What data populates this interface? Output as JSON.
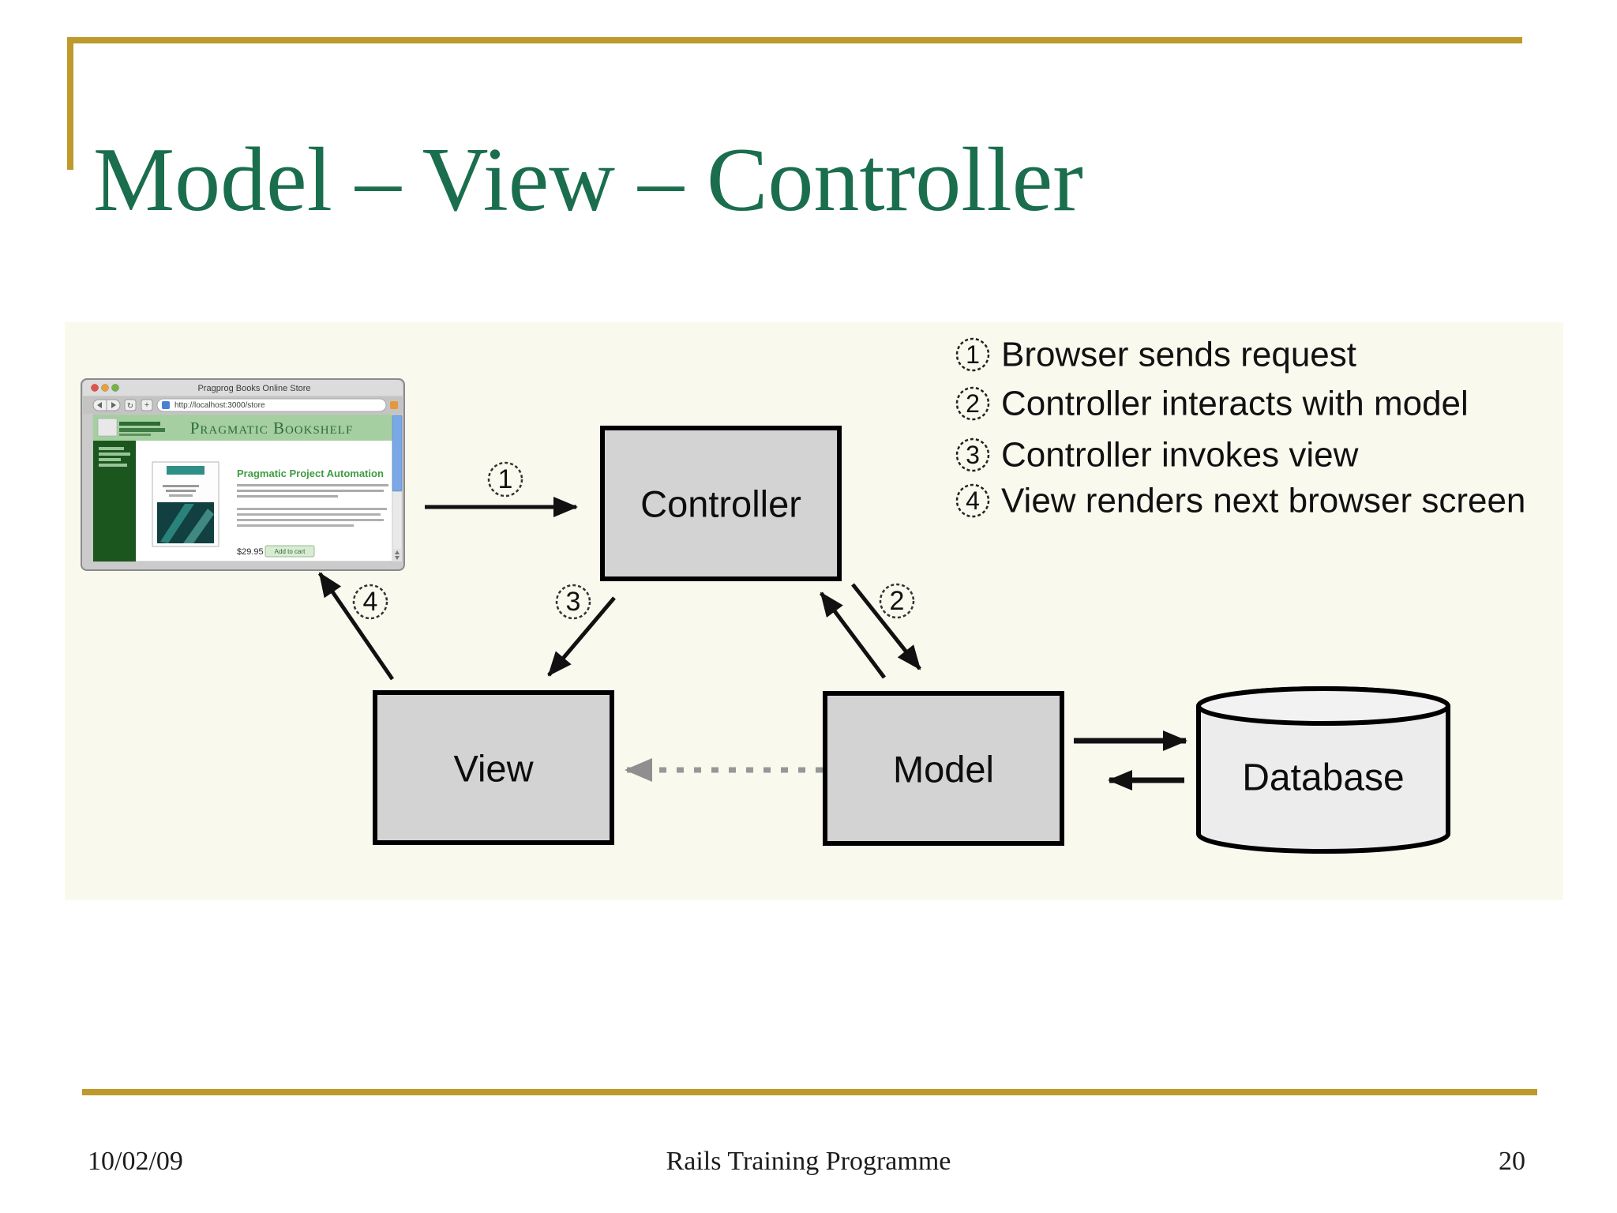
{
  "slide": {
    "title": "Model – View – Controller",
    "footer": {
      "date": "10/02/09",
      "program": "Rails Training Programme",
      "page_number": "20"
    }
  },
  "legend": {
    "items": [
      {
        "num": "1",
        "label": "Browser sends request"
      },
      {
        "num": "2",
        "label": "Controller interacts with model"
      },
      {
        "num": "3",
        "label": "Controller invokes view"
      },
      {
        "num": "4",
        "label": "View renders next browser screen"
      }
    ]
  },
  "diagram": {
    "controller_label": "Controller",
    "view_label": "View",
    "model_label": "Model",
    "database_label": "Database",
    "steps": {
      "one": "1",
      "two": "2",
      "three": "3",
      "four": "4"
    }
  },
  "browser": {
    "window_title": "Pragprog Books Online Store",
    "url": "http://localhost:3000/store",
    "banner_title": "Pragmatic Bookshelf",
    "article_heading": "Pragmatic Project Automation",
    "price": "$29.95",
    "add_to_cart_label": "Add to cart"
  },
  "colors": {
    "accent_gold": "#BE992C",
    "title_green": "#1A6E4E",
    "diagram_background": "#FAF9EE",
    "box_fill": "#D3D3D3",
    "banner_green": "#A5CFA0",
    "sidebar_green": "#1B561F"
  }
}
